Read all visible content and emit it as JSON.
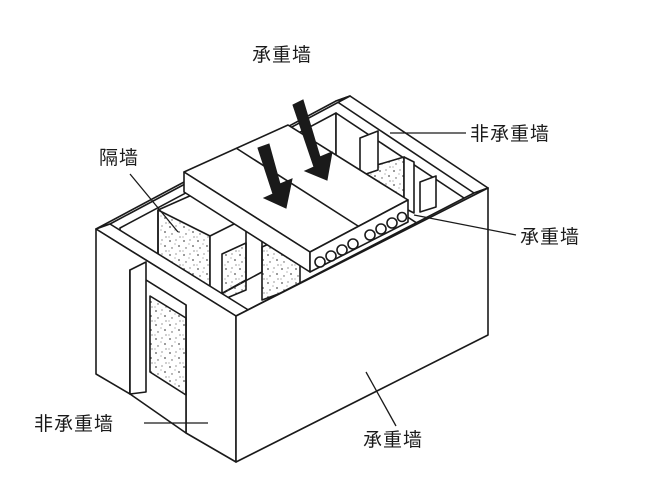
{
  "labels": {
    "load_bearing_top": "承重墙",
    "non_load_bearing_right": "非承重墙",
    "partition_wall": "隔墙",
    "load_bearing_right": "承重墙",
    "non_load_bearing_left": "非承重墙",
    "load_bearing_front": "承重墙"
  },
  "colors": {
    "line": "#1a1a1a",
    "wall_fill": "#ffffff",
    "arrow_fill": "#1a1a1a",
    "texture_dot": "#555555"
  },
  "icons": {
    "load_arrow": "arrow-down-icon"
  }
}
